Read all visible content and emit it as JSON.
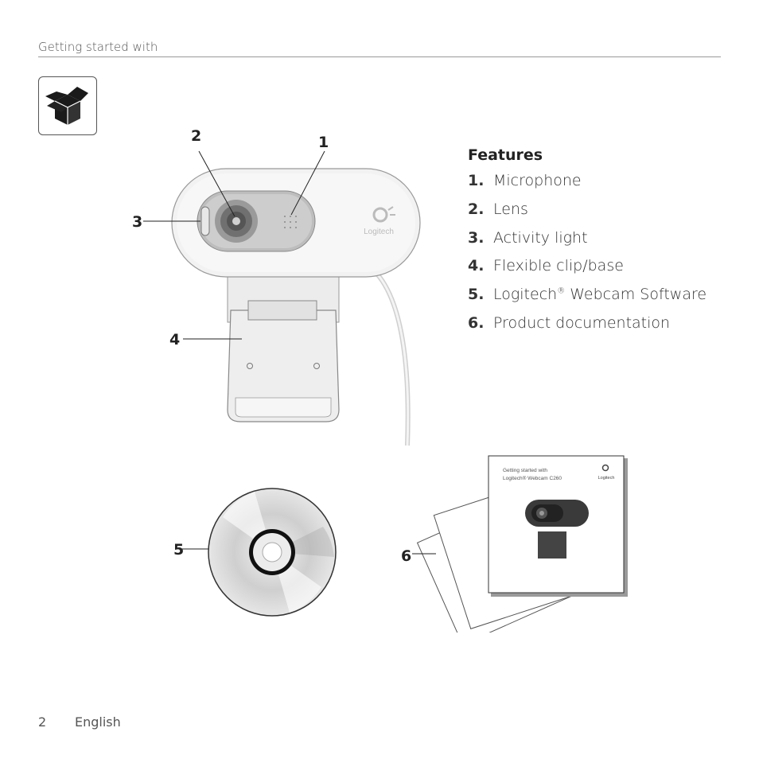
{
  "header": {
    "title": "Getting started with"
  },
  "features": {
    "title": "Features",
    "items": [
      {
        "num": "1.",
        "label": "Microphone"
      },
      {
        "num": "2.",
        "label": "Lens"
      },
      {
        "num": "3.",
        "label": "Activity light"
      },
      {
        "num": "4.",
        "label": "Flexible clip/base"
      },
      {
        "num": "5.",
        "label_pre": "Logitech",
        "sup": "®",
        "label_post": " Webcam Software"
      },
      {
        "num": "6.",
        "label": "Product documentation"
      }
    ]
  },
  "callouts": {
    "c1": "1",
    "c2": "2",
    "c3": "3",
    "c4": "4",
    "c5": "5",
    "c6": "6"
  },
  "webcam": {
    "brand": "Logitech"
  },
  "documentation": {
    "line1": "Getting started with",
    "line2": "Logitech® Webcam C260",
    "brand": "Logitech"
  },
  "footer": {
    "page": "2",
    "language": "English"
  }
}
